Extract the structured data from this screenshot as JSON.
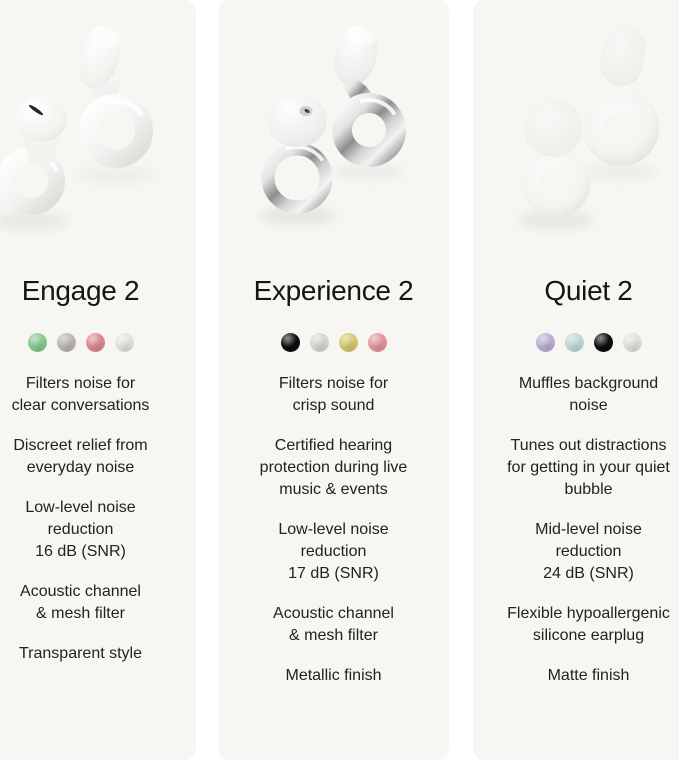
{
  "page": {
    "background_color": "#ffffff",
    "card_color": "#f7f6f3",
    "text_color": "#222220"
  },
  "products": [
    {
      "name": "Engage 2",
      "image": "engage-2-clear-loop-earplugs-photo",
      "finish": "clear",
      "swatches": [
        {
          "name": "green",
          "color": "#82c98f"
        },
        {
          "name": "silver",
          "color": "#b9b6b3"
        },
        {
          "name": "rose",
          "color": "#d8898b"
        },
        {
          "name": "light-gray",
          "color": "#e4e2e0"
        }
      ],
      "features": [
        "Filters noise for\nclear conversations",
        "Discreet relief from\neveryday noise",
        "Low-level noise\nreduction\n16 dB (SNR)",
        "Acoustic channel\n& mesh filter",
        "Transparent style"
      ]
    },
    {
      "name": "Experience 2",
      "image": "experience-2-silver-loop-earplugs-photo",
      "finish": "metallic",
      "swatches": [
        {
          "name": "black",
          "color": "#0c0c0c"
        },
        {
          "name": "silver",
          "color": "#d7d5d3"
        },
        {
          "name": "gold",
          "color": "#d5c76e"
        },
        {
          "name": "rose",
          "color": "#e29497"
        }
      ],
      "features": [
        "Filters noise for\ncrisp sound",
        "Certified hearing\nprotection during live\nmusic & events",
        "Low-level noise\nreduction\n17 dB (SNR)",
        "Acoustic channel\n& mesh filter",
        "Metallic finish"
      ]
    },
    {
      "name": "Quiet 2",
      "image": "quiet-2-white-loop-earplugs-photo",
      "finish": "matte",
      "swatches": [
        {
          "name": "lavender",
          "color": "#b8aed5"
        },
        {
          "name": "mint",
          "color": "#bed7d2"
        },
        {
          "name": "black",
          "color": "#0c0c0c"
        },
        {
          "name": "light-gray",
          "color": "#e1dfda"
        }
      ],
      "features": [
        "Muffles background\nnoise",
        "Tunes out distractions\nfor getting in your quiet\nbubble",
        "Mid-level noise\nreduction\n24 dB (SNR)",
        "Flexible hypoallergenic\nsilicone earplug",
        "Matte finish"
      ]
    }
  ]
}
